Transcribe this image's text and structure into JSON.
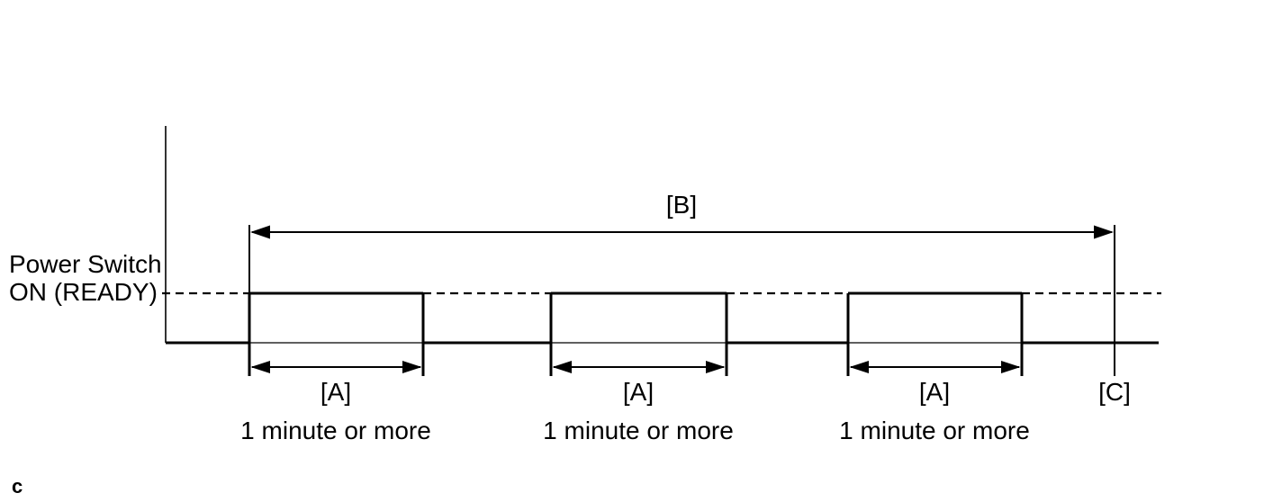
{
  "page": {
    "background_color": "#ffffff",
    "footer_note": "c"
  },
  "diagram": {
    "stroke_color": "#000000",
    "signal_label": {
      "line1": "Power Switch",
      "line2": "ON (READY)"
    },
    "total_duration": {
      "label": "[B]"
    },
    "end_marker": {
      "label": "[C]"
    },
    "pulses": [
      {
        "width_label": "[A]",
        "note": "1 minute or more"
      },
      {
        "width_label": "[A]",
        "note": "1 minute or more"
      },
      {
        "width_label": "[A]",
        "note": "1 minute or more"
      }
    ]
  }
}
